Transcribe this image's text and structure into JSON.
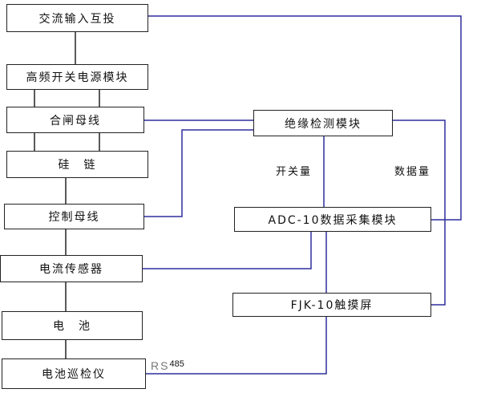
{
  "diagram": {
    "left_column": [
      "交流输入互投",
      "高频开关电源模块",
      "合闸母线",
      "硅　链",
      "控制母线",
      "电流传感器",
      "电　池",
      "电池巡检仪"
    ],
    "right_column": {
      "insulation_module": "绝缘检测模块",
      "adc_module": "ADC-10数据采集模块",
      "fjk_screen": "FJK-10触摸屏"
    },
    "labels": {
      "switch_quantity": "开关量",
      "data_quantity": "数据量",
      "rs485_prefix": "RS",
      "rs485_number": "485"
    },
    "colors": {
      "connector_blue": "#2e2e9e",
      "connector_black": "#222222"
    }
  }
}
